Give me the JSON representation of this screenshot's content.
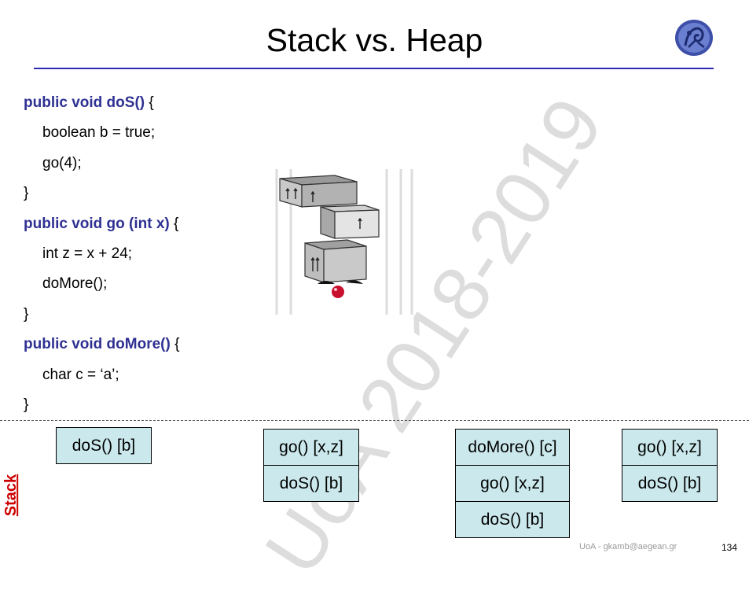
{
  "slide": {
    "title": "Stack vs. Heap",
    "watermark": "UoA 2018-2019",
    "stack_label": "Stack",
    "footer": "UoA - gkamb@aegean.gr",
    "page_number": "134"
  },
  "code": {
    "line1_kw": "public void doS()",
    "line1_rest": " {",
    "line2": "boolean b = true;",
    "line3": "go(4);",
    "line4": "}",
    "line5_kw": "public void go (int x)",
    "line5_rest": " {",
    "line6": "int z = x + 24;",
    "line7": "doMore();",
    "line8": "}",
    "line9_kw": "public void doMore()",
    "line9_rest": " {",
    "line10": "char c = ‘a’;",
    "line11": "}"
  },
  "stacks": [
    {
      "frames": [
        "doS() [b]"
      ]
    },
    {
      "frames": [
        "go() [x,z]",
        "doS() [b]"
      ]
    },
    {
      "frames": [
        "doMore() [c]",
        "go() [x,z]",
        "doS() [b]"
      ]
    },
    {
      "frames": [
        "go() [x,z]",
        "doS() [b]"
      ]
    }
  ],
  "colors": {
    "keyword": "#2e3192",
    "title_rule": "#2b2bb4",
    "frame_fill": "#cbe8ec",
    "stack_label": "#cc0000"
  },
  "icons": {
    "logo": "university-seal-icon",
    "illustration": "stacked-boxes-illustration"
  }
}
